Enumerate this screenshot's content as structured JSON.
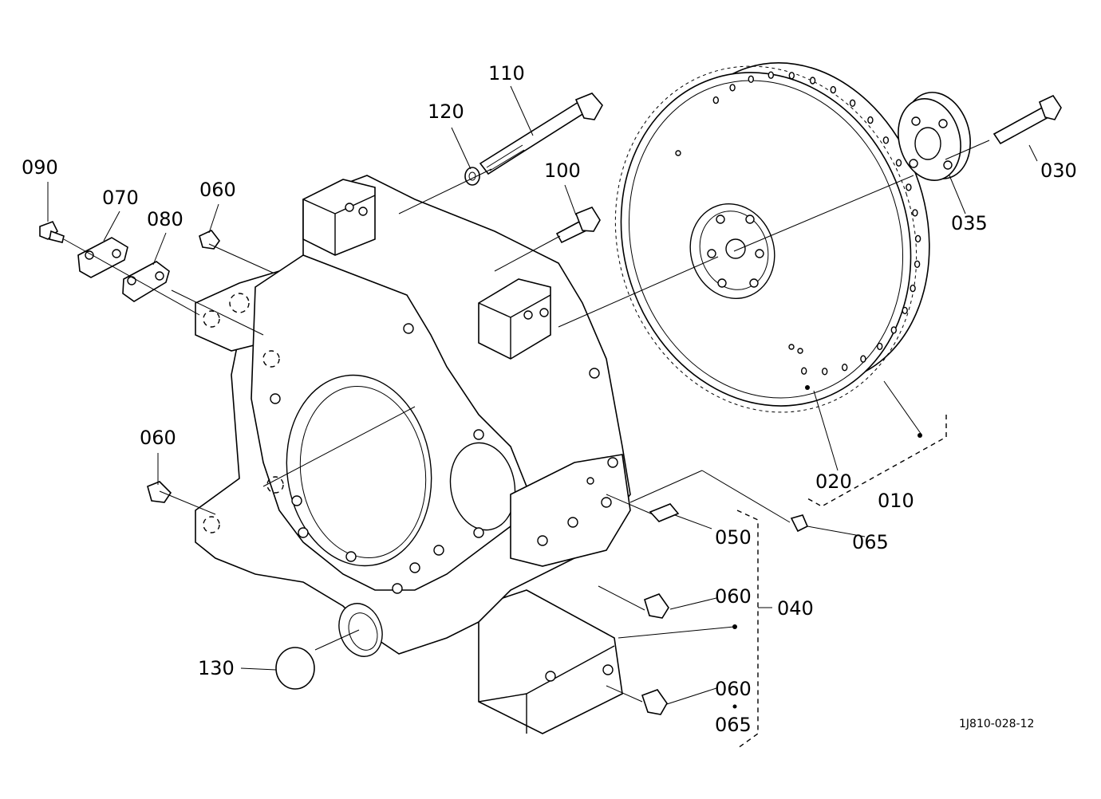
{
  "labels": {
    "p110": "110",
    "p120": "120",
    "p100": "100",
    "p090": "090",
    "p070": "070",
    "p080": "080",
    "p060a": "060",
    "p060b": "060",
    "p060c": "060",
    "p060d": "060",
    "p065a": "065",
    "p065b": "065",
    "p050": "050",
    "p040": "040",
    "p130": "130",
    "p030": "030",
    "p035": "035",
    "p020": "020",
    "p010": "010"
  },
  "reference": "1J810-028-12"
}
